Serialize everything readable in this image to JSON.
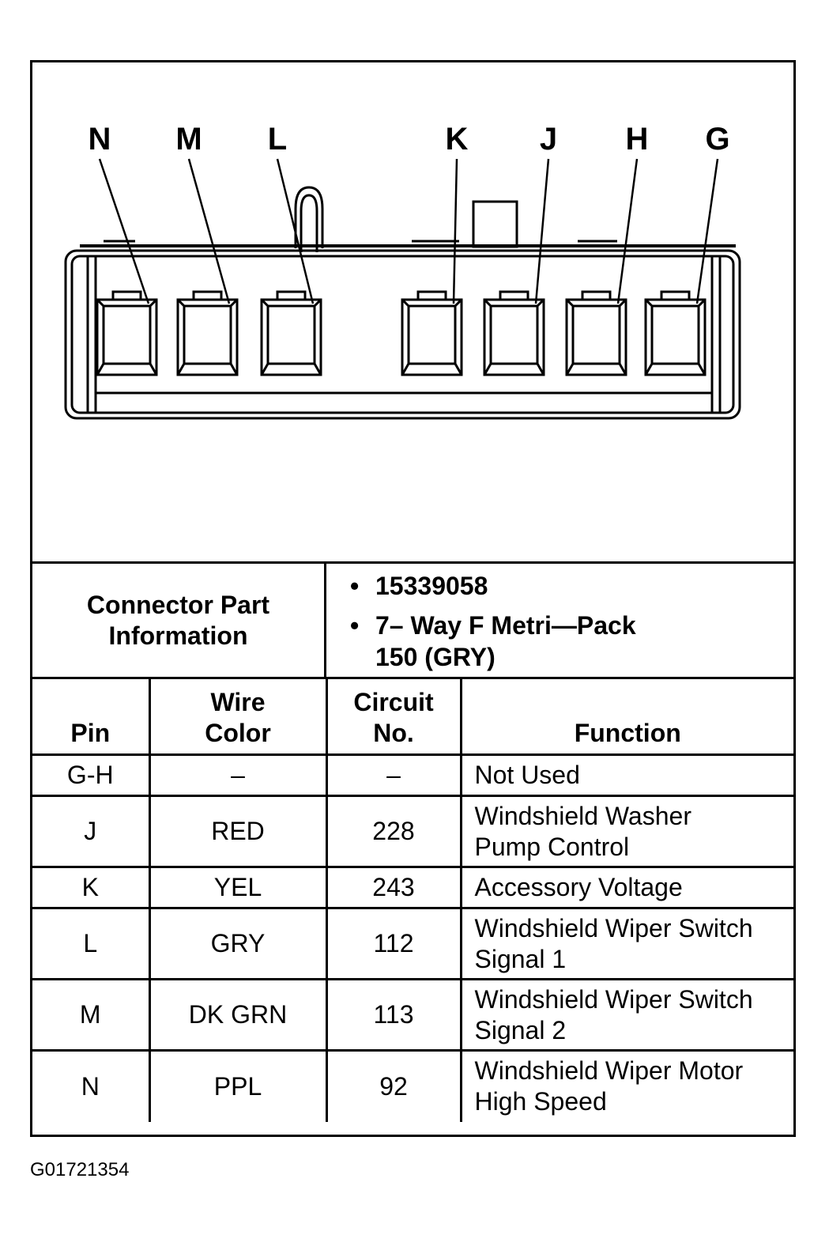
{
  "diagram": {
    "pin_labels": [
      "N",
      "M",
      "L",
      "K",
      "J",
      "H",
      "G"
    ]
  },
  "connector_info": {
    "label_line1": "Connector Part",
    "label_line2": "Information",
    "bullet": "•",
    "part_number": "15339058",
    "description_line1": "7– Way F Metri—Pack",
    "description_line2": "150 (GRY)"
  },
  "table": {
    "headers": {
      "pin": "Pin",
      "wire_color_1": "Wire",
      "wire_color_2": "Color",
      "circuit_1": "Circuit",
      "circuit_2": "No.",
      "function": "Function"
    },
    "rows": [
      {
        "pin": "G-H",
        "wire": "–",
        "circuit": "–",
        "func1": "Not Used",
        "func2": ""
      },
      {
        "pin": "J",
        "wire": "RED",
        "circuit": "228",
        "func1": "Windshield Washer",
        "func2": "Pump Control"
      },
      {
        "pin": "K",
        "wire": "YEL",
        "circuit": "243",
        "func1": "Accessory Voltage",
        "func2": ""
      },
      {
        "pin": "L",
        "wire": "GRY",
        "circuit": "112",
        "func1": "Windshield Wiper Switch",
        "func2": "Signal 1"
      },
      {
        "pin": "M",
        "wire": "DK GRN",
        "circuit": "113",
        "func1": "Windshield Wiper Switch",
        "func2": "Signal 2"
      },
      {
        "pin": "N",
        "wire": "PPL",
        "circuit": "92",
        "func1": "Windshield Wiper Motor",
        "func2": "High Speed"
      }
    ]
  },
  "figure_id": "G01721354"
}
